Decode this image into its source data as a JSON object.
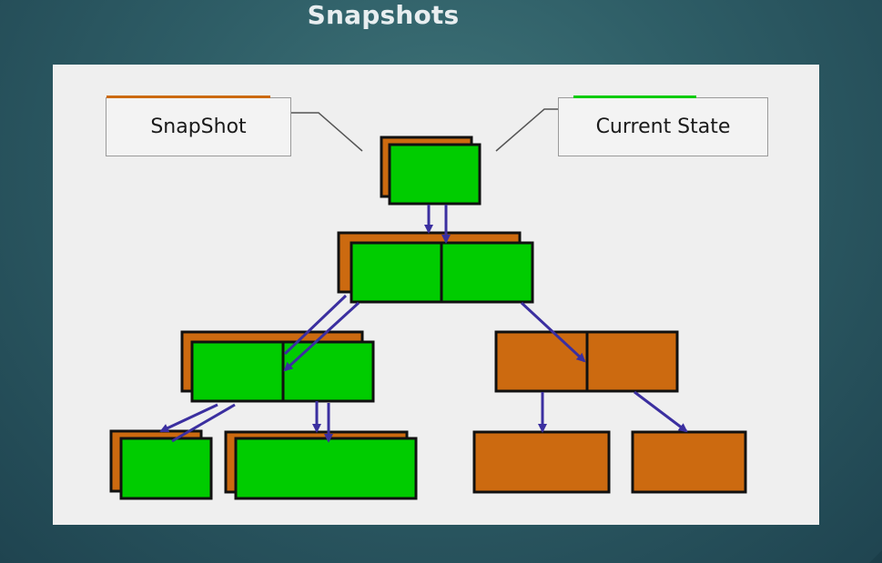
{
  "slide": {
    "title": "Snapshots"
  },
  "diagram": {
    "labels": {
      "snapshot": "SnapShot",
      "current_state": "Current State"
    },
    "colors": {
      "snapshot_node": "#cc6a10",
      "current_node": "#00cc00",
      "edge": "#3b2fa0",
      "outline": "#111111",
      "panel": "#efefef"
    }
  }
}
